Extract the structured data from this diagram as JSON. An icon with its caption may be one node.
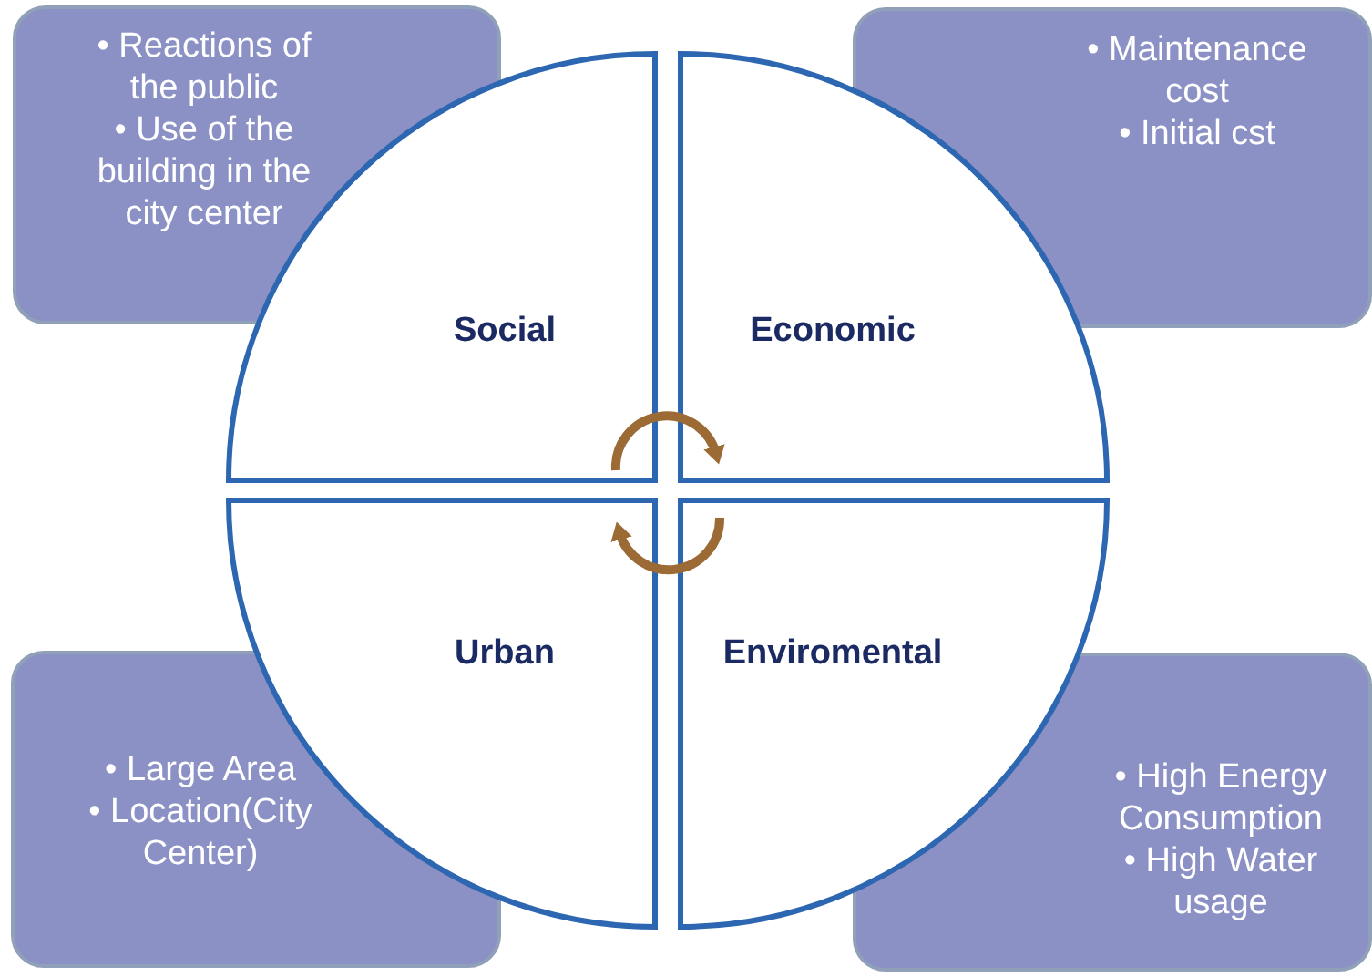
{
  "diagram": {
    "nodes": [
      {
        "text": [
          "• Reactions of the public",
          "• Use of the building in the city center"
        ]
      },
      {
        "text": [
          "• Maintenance cost",
          "• Initial cst"
        ]
      },
      {
        "text": [
          "• Large Area",
          "• Location(City Center)"
        ]
      },
      {
        "text": [
          "• High Energy Consumption",
          "• High Water usage"
        ]
      },
      {
        "text": [
          "Social"
        ]
      },
      {
        "text": [
          "Economic"
        ]
      },
      {
        "text": [
          "Urban"
        ]
      },
      {
        "text": [
          "Enviromental"
        ]
      }
    ],
    "edges": [
      {
        "from": 4,
        "to": 5,
        "arrow": "to"
      },
      {
        "from": 7,
        "to": 6,
        "arrow": "to"
      }
    ]
  }
}
